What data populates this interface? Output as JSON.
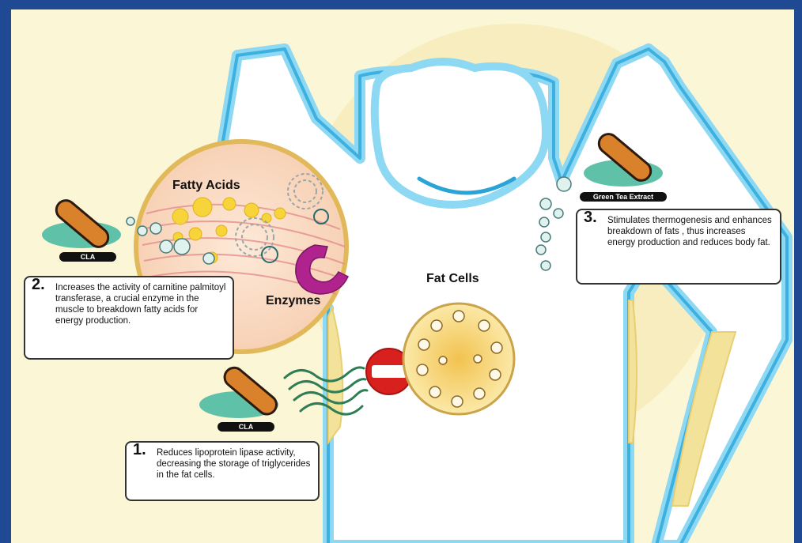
{
  "labels": {
    "fatty_acids": "Fatty Acids",
    "enzymes": "Enzymes",
    "fat_cells": "Fat Cells"
  },
  "tags": {
    "cla_top": "CLA",
    "cla_bottom": "CLA",
    "green_tea": "Green Tea Extract"
  },
  "steps": [
    {
      "number": "1.",
      "text": "Reduces lipoprotein lipase activity, decreasing the storage of triglycerides in the fat cells."
    },
    {
      "number": "2.",
      "text": "Increases the activity of carnitine palmitoyl transferase, a crucial enzyme in the muscle to breakdown fatty acids for energy production."
    },
    {
      "number": "3.",
      "text": "Stimulates thermogenesis and enhances breakdown of fats , thus increases energy production and reduces body fat."
    }
  ],
  "colors": {
    "frame": "#1f4a93",
    "background": "#fbf6d6",
    "body_outline": "#5ec4e8",
    "capsule": "#d9822b",
    "capsule_base": "#5fc2a8",
    "enzyme": "#b0238f",
    "fat_cell": "#f0c962",
    "stop_sign": "#d8201e"
  }
}
